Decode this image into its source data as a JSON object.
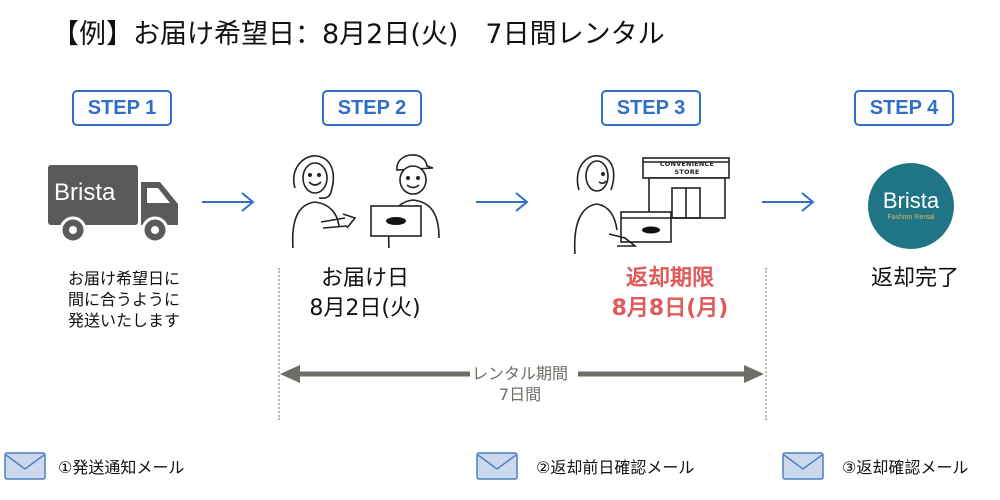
{
  "title": "【例】お届け希望日：8月2日(火)　7日間レンタル",
  "steps": [
    {
      "label": "STEP 1",
      "icon": "delivery-truck-icon",
      "truck_brand": "Brista",
      "caption_lines": [
        "お届け希望日に",
        "間に合うように",
        "発送いたします"
      ]
    },
    {
      "label": "STEP 2",
      "icon": "handover-illustration",
      "heading": "お届け日",
      "date": "8月2日(火)"
    },
    {
      "label": "STEP 3",
      "icon": "convenience-store-return-illustration",
      "store_sign": "CONVENIENCE STORE",
      "heading": "返却期限",
      "date": "8月8日(月)"
    },
    {
      "label": "STEP 4",
      "icon": "brista-logo",
      "logo_name": "Brista",
      "logo_sub": "Fashion Rental",
      "heading": "返却完了"
    }
  ],
  "rental_period": {
    "label": "レンタル期間",
    "days": "7日間"
  },
  "mails": [
    {
      "label": "①発送通知メール",
      "icon": "mail-icon"
    },
    {
      "label": "②返却前日確認メール",
      "icon": "mail-icon"
    },
    {
      "label": "③返却確認メール",
      "icon": "mail-icon"
    }
  ],
  "colors": {
    "accent": "#2f6fc6",
    "deadline": "#e05a5a",
    "period": "#6e6e66",
    "logo_bg": "#1f7585",
    "truck": "#5a5a5a"
  }
}
